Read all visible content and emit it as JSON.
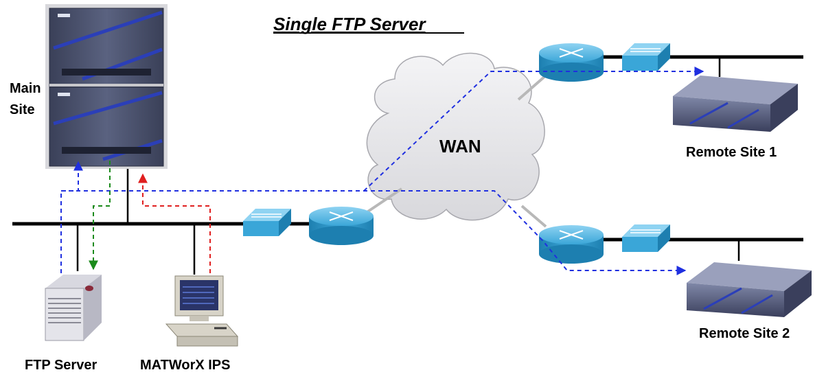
{
  "title": "Single FTP Server",
  "wan_label": "WAN",
  "sites": {
    "main": {
      "line1": "Main",
      "line2": "Site"
    },
    "remote1": "Remote Site 1",
    "remote2": "Remote Site 2"
  },
  "devices": {
    "ftp_server": "FTP Server",
    "matworx": "MATWorX IPS"
  },
  "colors": {
    "bus": "#000000",
    "link": "#b8b8b8",
    "flow_blue": "#1f2fe0",
    "flow_green": "#1a8a1a",
    "flow_red": "#e01f1f",
    "router": "#3fa8d8",
    "switch": "#45b0e0",
    "cabinet": "#4c5470",
    "cabinet_stripe": "#2b3fb8",
    "cloud": "#e6e6e8"
  }
}
